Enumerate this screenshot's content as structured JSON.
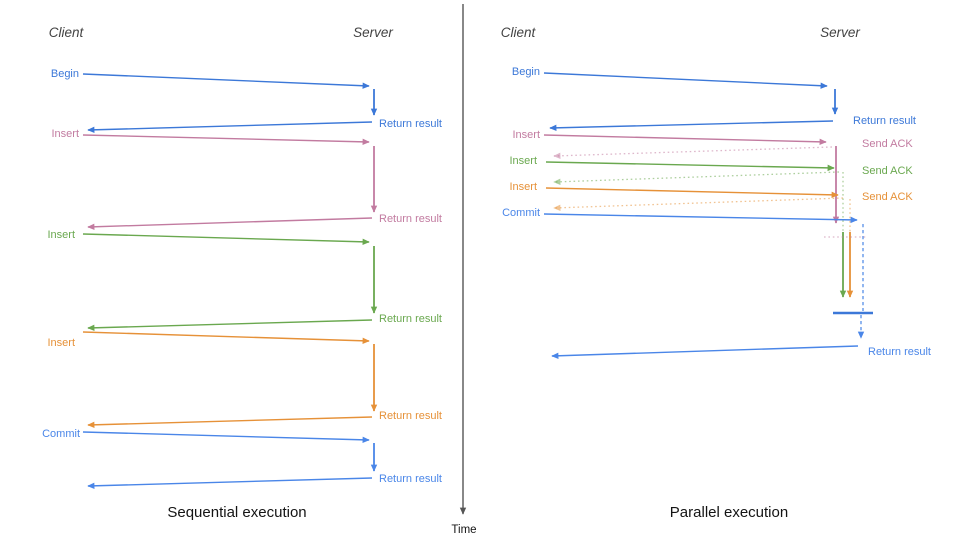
{
  "palette": {
    "blue": "#3c78d8",
    "blue_bright": "#4a86e8",
    "blue_soft": "#6d9eeb",
    "pink": "#c27ba0",
    "green": "#6aa84f",
    "orange": "#e69138",
    "axis_gray": "#555555",
    "header_gray": "#434343",
    "caption_black": "#141414"
  },
  "time_axis": {
    "label": "Time"
  },
  "sequential": {
    "caption": "Sequential execution",
    "headers": {
      "client": "Client",
      "server": "Server"
    },
    "messages": [
      {
        "label": "Begin",
        "response": "Return result"
      },
      {
        "label": "Insert",
        "response": "Return result"
      },
      {
        "label": "Insert",
        "response": "Return result"
      },
      {
        "label": "Insert",
        "response": "Return result"
      },
      {
        "label": "Commit",
        "response": "Return result"
      }
    ]
  },
  "parallel": {
    "caption": "Parallel execution",
    "headers": {
      "client": "Client",
      "server": "Server"
    },
    "messages": [
      {
        "label": "Begin",
        "response": "Return result"
      },
      {
        "label": "Insert",
        "response": "Send ACK"
      },
      {
        "label": "Insert",
        "response": "Send ACK"
      },
      {
        "label": "Insert",
        "response": "Send ACK"
      },
      {
        "label": "Commit",
        "response": "Return result"
      }
    ]
  }
}
